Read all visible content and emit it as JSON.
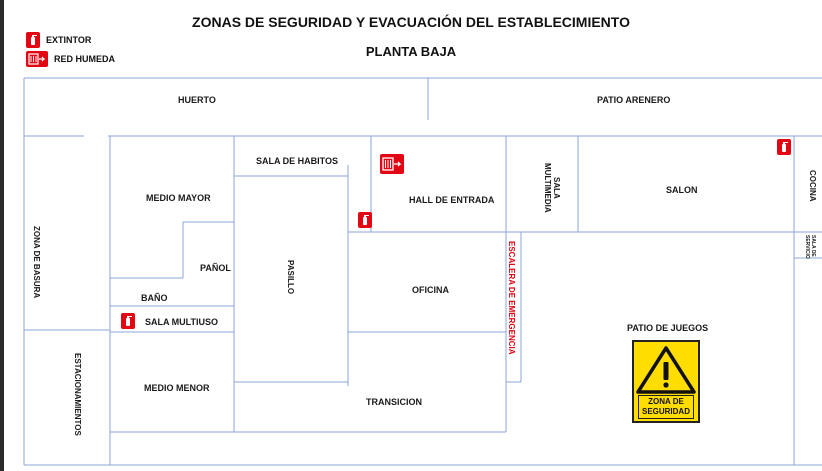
{
  "header": {
    "title": "ZONAS DE SEGURIDAD Y EVACUACIÓN DEL ESTABLECIMIENTO",
    "subtitle": "PLANTA BAJA"
  },
  "legend": {
    "extinguisher_label": "EXTINTOR",
    "hose_label": "RED HUMEDA"
  },
  "rooms": {
    "huerto": "HUERTO",
    "patio_arenero": "PATIO ARENERO",
    "sala_habitos": "SALA DE HABITOS",
    "medio_mayor": "MEDIO MAYOR",
    "hall_entrada": "HALL DE ENTRADA",
    "sala_multimedia": "SALA MULTIMEDIA",
    "salon": "SALON",
    "cocina": "COCINA",
    "sala_servicio": "SALA DE SERVICIO",
    "zona_basura": "ZONA DE BASURA",
    "panol": "PAÑOL",
    "pasillo": "PASILLO",
    "oficina": "OFICINA",
    "escalera": "ESCALERA DE EMERGENCIA",
    "bano": "BAÑO",
    "sala_multiuso": "SALA MULTIUSO",
    "patio_juegos": "PATIO DE JUEGOS",
    "estacionamiento": "ESTACIONAMIENTOS",
    "medio_menor": "MEDIO MENOR",
    "transicion": "TRANSICION"
  },
  "safety_sign": {
    "label": "ZONA DE SEGURIDAD"
  },
  "colors": {
    "wall": "#8aa6d6",
    "alarm_red": "#e30613",
    "sign_yellow": "#ffdd00"
  },
  "icons": [
    "extinguisher-icon",
    "fire-hose-icon",
    "warning-triangle-icon"
  ]
}
